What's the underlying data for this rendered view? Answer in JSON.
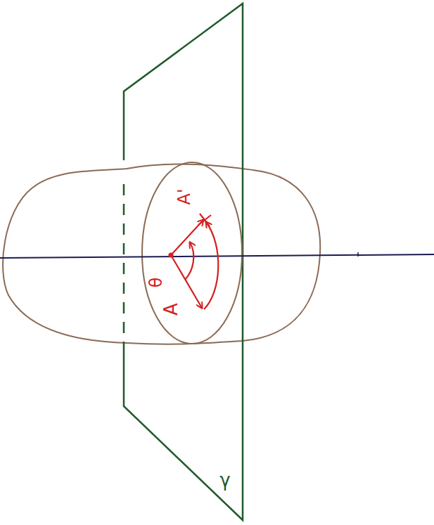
{
  "diagram": {
    "labels": [
      "A",
      "A'",
      "θ",
      "γ"
    ]
  }
}
